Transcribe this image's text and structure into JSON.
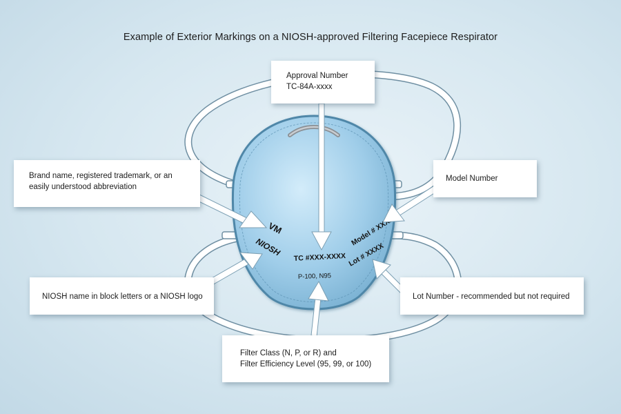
{
  "title": "Example of Exterior Markings on a NIOSH-approved Filtering Facepiece Respirator",
  "callouts": {
    "approval": {
      "line1": "Approval Number",
      "line2": "TC-84A-xxxx"
    },
    "brand": {
      "line1": "Brand name, registered trademark, or an",
      "line2": "easily understood abbreviation"
    },
    "model": {
      "line1": "Model Number"
    },
    "niosh": {
      "line1": "NIOSH name in block letters or a NIOSH logo"
    },
    "lot": {
      "line1": "Lot Number - recommended but not required"
    },
    "filter": {
      "line1": "Filter Class (N, P, or R) and",
      "line2": "Filter Efficiency Level (95, 99, or 100)"
    }
  },
  "mask_markings": {
    "brand": "VM",
    "niosh": "NIOSH",
    "tc_number": "TC #XXX-XXXX",
    "filter_class": "P-100, N95",
    "model": "Model # XXXX",
    "lot": "Lot # XXXX"
  },
  "colors": {
    "mask_fill": "#8ec3e3",
    "mask_edge": "#4f87a8",
    "strap": "#ffffff",
    "arrow": "#ffffff",
    "background": "#d6e7f0"
  }
}
